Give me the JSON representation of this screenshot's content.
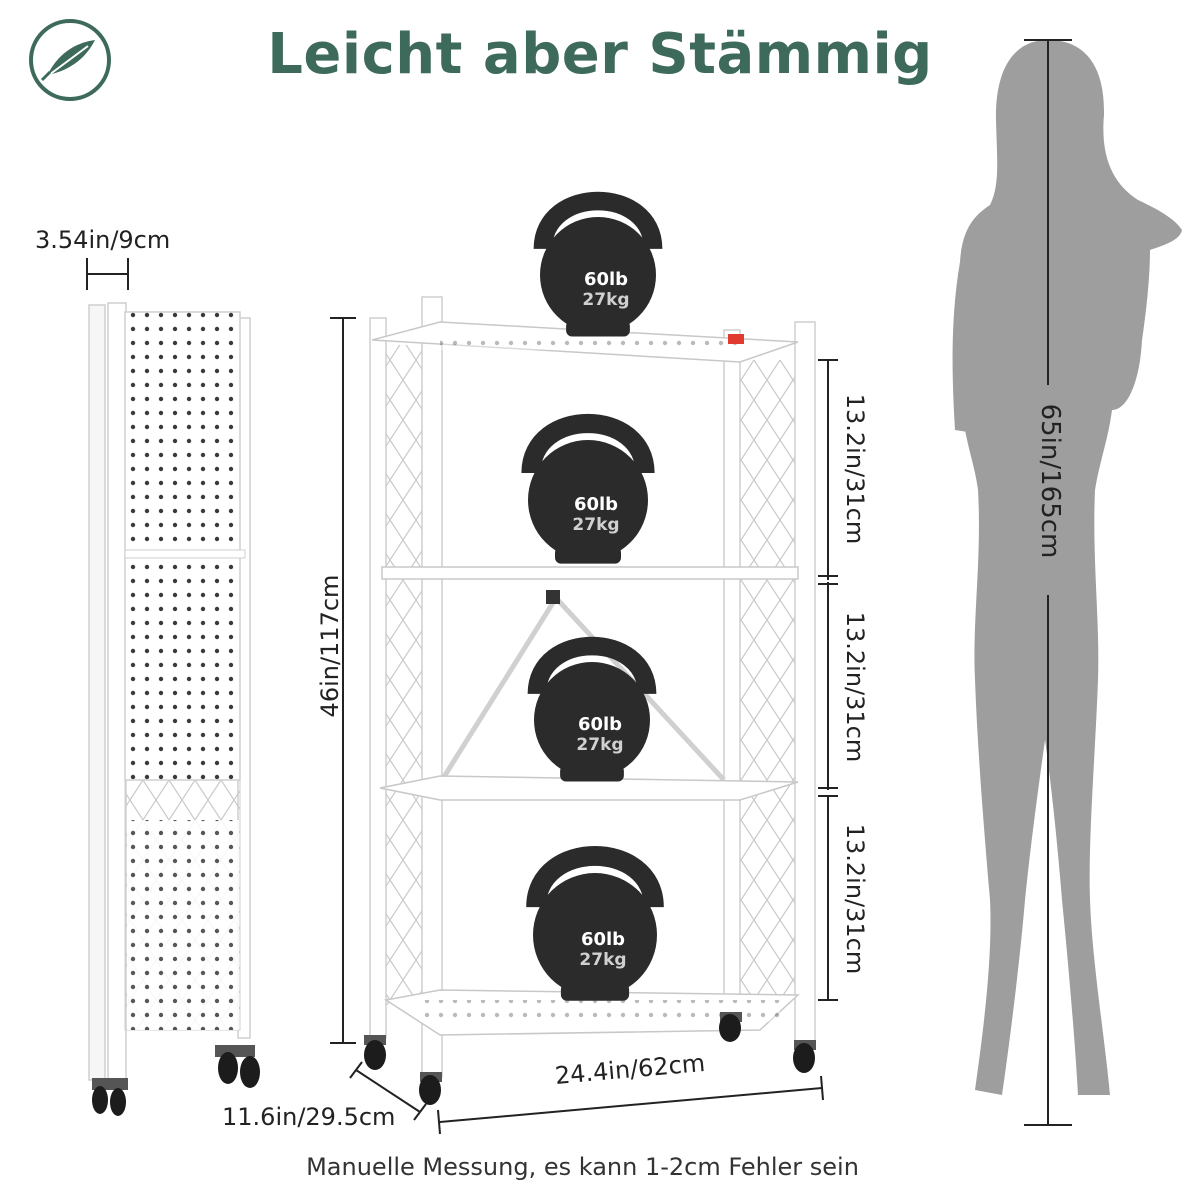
{
  "title": "Leicht aber Stämmig",
  "footnote": "Manuelle Messung, es kann 1-2cm Fehler sein",
  "logo": {
    "icon": "feather-icon",
    "color": "#3e6a5c"
  },
  "colors": {
    "title": "#3e6a5c",
    "silhouette": "#9e9e9e",
    "kettlebell": "#2b2b2b",
    "shelf": "#ffffff"
  },
  "dimensions": {
    "folded_depth": "3.54in/9cm",
    "total_height": "46in/117cm",
    "width": "24.4in/62cm",
    "depth": "11.6in/29.5cm",
    "shelf_gaps": [
      "13.2in/31cm",
      "13.2in/31cm",
      "13.2in/31cm"
    ],
    "person_height": "65in/165cm"
  },
  "kettlebells": [
    {
      "weight_lb": "60lb",
      "weight_kg": "27kg"
    },
    {
      "weight_lb": "60lb",
      "weight_kg": "27kg"
    },
    {
      "weight_lb": "60lb",
      "weight_kg": "27kg"
    },
    {
      "weight_lb": "60lb",
      "weight_kg": "27kg"
    }
  ]
}
